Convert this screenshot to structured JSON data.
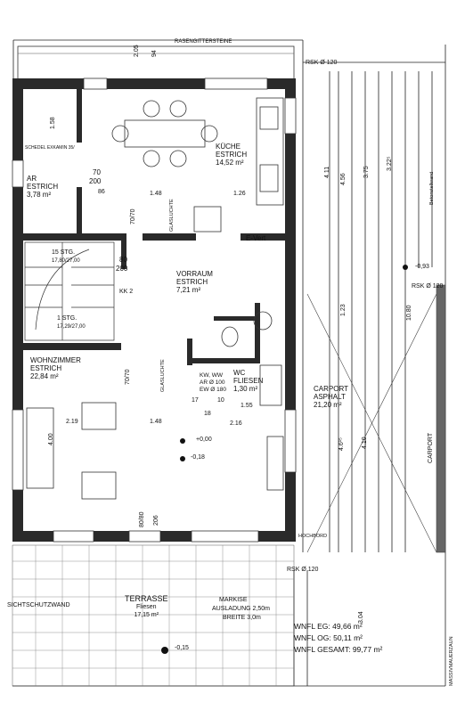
{
  "top_label": "RASENGITTERSTEINE",
  "rooms": {
    "kueche": {
      "name": "KÜCHE",
      "floor": "ESTRICH",
      "area": "14,52 m²"
    },
    "ar": {
      "name": "AR",
      "floor": "ESTRICH",
      "area": "3,78 m²"
    },
    "vorraum": {
      "name": "VORRAUM",
      "floor": "ESTRICH",
      "area": "7,21 m²"
    },
    "wohnzimmer": {
      "name": "WOHNZIMMER",
      "floor": "ESTRICH",
      "area": "22,84 m²"
    },
    "wc": {
      "name": "WC",
      "floor": "FLIESEN",
      "area": "1,30 m²"
    },
    "carport": {
      "name": "CARPORT",
      "floor": "ASPHALT",
      "area": "21,20 m²"
    },
    "terrasse": {
      "name": "TERRASSE",
      "floor": "Fliesen",
      "area": "17,15 m²"
    }
  },
  "labels": {
    "stiege1": "15 STG.",
    "stiege1_dim": "17,80/27,00",
    "stiege2": "1 STG.",
    "stiege2_dim": "17,29/27,00",
    "kk": "KK 2",
    "e_verteiler": "E-Vert",
    "schedel": "SCHEDEL EXKAMIN 35/",
    "kw_ww": "KW, WW",
    "ar_100": "AR Ø 100",
    "ew_180": "EW Ø 180",
    "rsk1": "RSK Ø 120",
    "rsk2": "RSK Ø 120",
    "rsk3": "RSK Ø 120",
    "carport_vert": "CARPORT",
    "markise": "MARKISE",
    "ausladung": "AUSLADUNG 2,50m",
    "breite": "BREITE 3,0m",
    "sichtschutzwand": "SICHTSCHUTZWAND",
    "hochbord": "HOCHBORD",
    "betonstellwand": "Betonstellwand",
    "massivzaun": "MASSIVMAUERZAUN",
    "glasluchte1": "GLASLUCHTE",
    "glasluchte2": "GLASLUCHTE",
    "level_0": "+0,00",
    "level_18": "-0,18",
    "level_93": "-0,93",
    "level_15": "-0,15",
    "dim_148a": "1.48",
    "dim_126": "1.26",
    "dim_148b": "1.48",
    "dim_216": "2.16",
    "dim_219": "2.19",
    "dim_155": "1.55",
    "dim_70a": "70",
    "dim_200a": "200",
    "dim_86": "86",
    "dim_80": "80",
    "dim_200b": "200",
    "dim_411": "4.11",
    "dim_456": "4.56",
    "dim_375": "3.75",
    "dim_322": "3.22⁵",
    "dim_1080": "10.80",
    "dim_123": "1.23",
    "dim_410": "4.10",
    "dim_461": "4.6¹⁵",
    "dim_304": "3.04",
    "dim_158": "1.58",
    "dim_400": "4.00",
    "dim_205": "2.05",
    "dim_94": "94",
    "dim_17a": "17",
    "dim_18": "18",
    "dim_10": "10",
    "dim_7070a": "70/70",
    "dim_7070b": "70/70",
    "dim_8080": "80/80",
    "dim_206": "206"
  },
  "area_summary": {
    "eg_label": "WNFL EG:",
    "eg_value": "49,66 m²",
    "og_label": "WNFL OG:",
    "og_value": "50,11 m²",
    "total_label": "WNFL GESAMT:",
    "total_value": "99,77 m²"
  }
}
